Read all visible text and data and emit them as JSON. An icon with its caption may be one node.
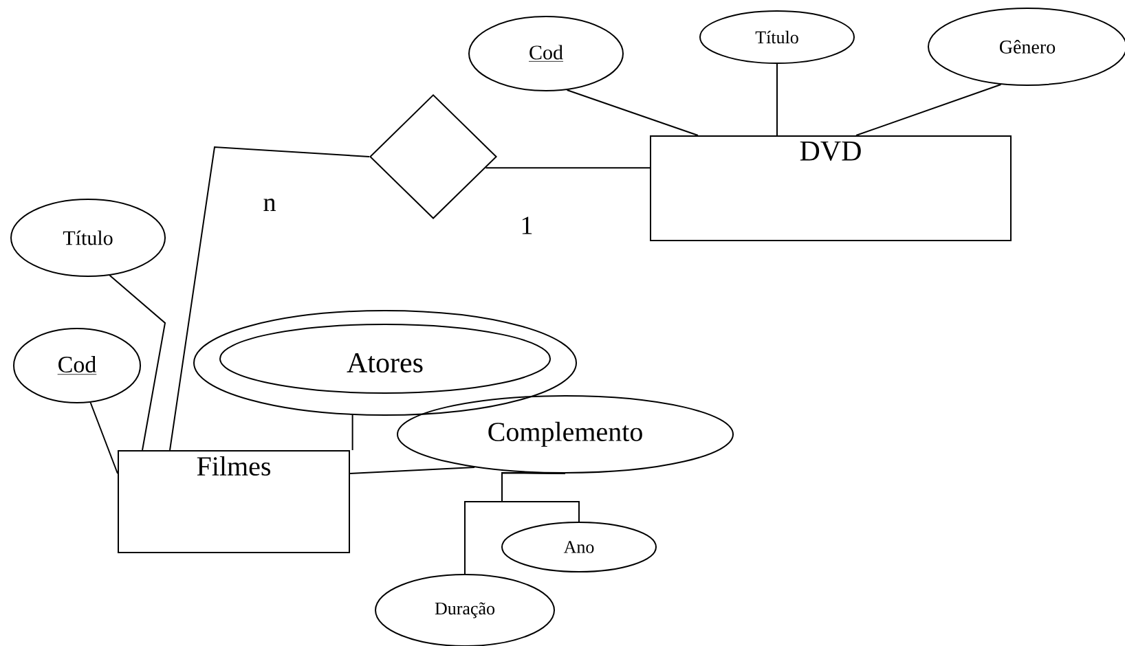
{
  "diagram": {
    "nodes": [
      {
        "text": [
          "Cod"
        ]
      },
      {
        "text": [
          "Título"
        ]
      },
      {
        "text": [
          "Gênero"
        ]
      },
      {
        "text": [],
        "shape": "diamond"
      },
      {
        "text": [
          "DVD"
        ]
      },
      {
        "text": [
          "Título"
        ]
      },
      {
        "text": [
          "Cod"
        ]
      },
      {
        "text": [
          "Atores"
        ]
      },
      {
        "text": [
          "Filmes"
        ]
      },
      {
        "text": [
          "Complemento"
        ]
      },
      {
        "text": [
          "Ano"
        ]
      },
      {
        "text": [
          "Duração"
        ]
      }
    ],
    "edges": [
      {
        "from": 3,
        "to": 8,
        "arrow": "none",
        "label": "n"
      },
      {
        "from": 3,
        "to": 4,
        "arrow": "none",
        "label": "1"
      },
      {
        "from": 0,
        "to": 4,
        "arrow": "none"
      },
      {
        "from": 1,
        "to": 4,
        "arrow": "none"
      },
      {
        "from": 2,
        "to": 4,
        "arrow": "none"
      },
      {
        "from": 5,
        "to": 8,
        "arrow": "none"
      },
      {
        "from": 6,
        "to": 8,
        "arrow": "none"
      },
      {
        "from": 7,
        "to": 8,
        "arrow": "none"
      },
      {
        "from": 9,
        "to": 8,
        "arrow": "none"
      },
      {
        "from": 9,
        "to": 10,
        "arrow": "none"
      },
      {
        "from": 9,
        "to": 11,
        "arrow": "none"
      }
    ]
  }
}
